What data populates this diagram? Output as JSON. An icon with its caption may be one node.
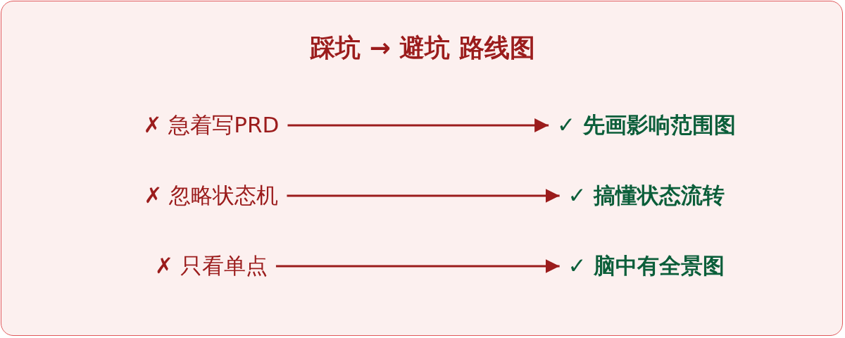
{
  "diagram": {
    "title": "踩坑 → 避坑 路线图",
    "nodes": [
      {
        "text": [
          "✗ 急着写PRD"
        ]
      },
      {
        "text": [
          "✓ 先画影响范围图"
        ]
      },
      {
        "text": [
          "✗ 忽略状态机"
        ]
      },
      {
        "text": [
          "✓ 搞懂状态流转"
        ]
      },
      {
        "text": [
          "✗ 只看单点"
        ]
      },
      {
        "text": [
          "✓ 脑中有全景图"
        ]
      }
    ],
    "edges": [
      {
        "from": 0,
        "to": 1,
        "arrow": "to"
      },
      {
        "from": 2,
        "to": 3,
        "arrow": "to"
      },
      {
        "from": 4,
        "to": 5,
        "arrow": "to"
      }
    ]
  }
}
